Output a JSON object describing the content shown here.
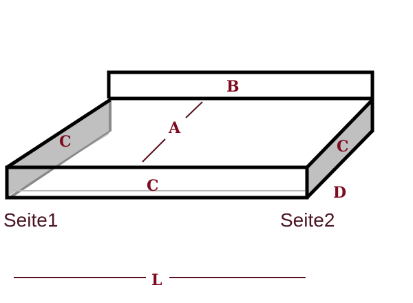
{
  "diagram": {
    "description": "Isometric sketch of a tray/box with labelled dimensions",
    "labels": {
      "A": "A",
      "B": "B",
      "C_left": "C",
      "C_front": "C",
      "C_right": "C",
      "D": "D",
      "L": "L"
    },
    "sides": {
      "left": "Seite1",
      "right": "Seite2"
    },
    "colors": {
      "outline": "#000000",
      "side_panel": "#c0c0c0",
      "label": "#7d0a1e",
      "side_text": "#4b1523",
      "dimension_line": "#5a0f1e",
      "background": "#ffffff"
    }
  }
}
